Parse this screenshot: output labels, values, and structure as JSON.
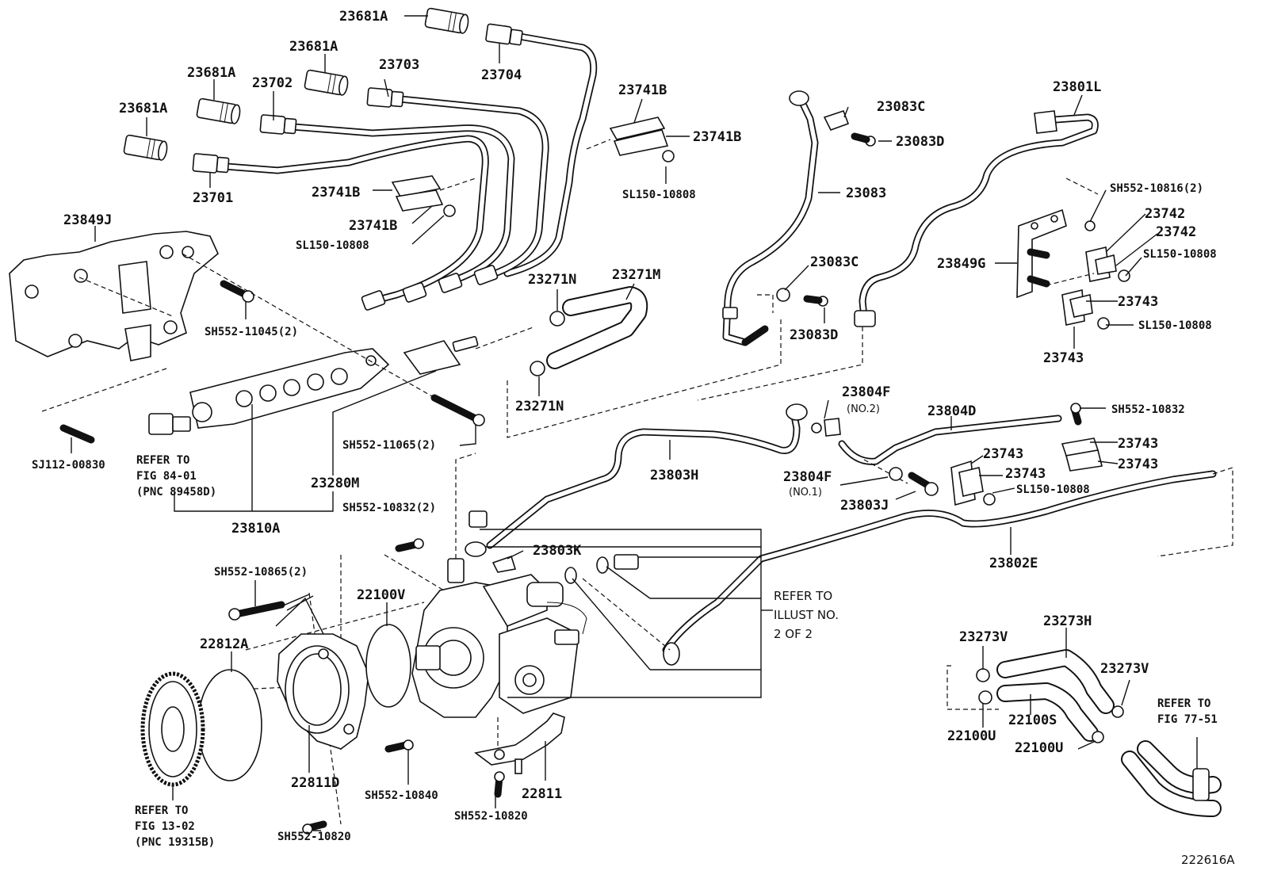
{
  "diagram_id": "222616A",
  "part_labels": {
    "p23681A_1": "23681A",
    "p23681A_2": "23681A",
    "p23681A_3": "23681A",
    "p23681A_4": "23681A",
    "p23704": "23704",
    "p23703": "23703",
    "p23702": "23702",
    "p23701": "23701",
    "p23741B_1": "23741B",
    "p23741B_2": "23741B",
    "p23741B_3": "23741B",
    "p23741B_4": "23741B",
    "pSL150_a": "SL150-10808",
    "pSL150_b": "SL150-10808",
    "p23849J": "23849J",
    "pSH552_11045": "SH552-11045(2)",
    "pSJ112": "SJ112-00830",
    "pSH552_11065": "SH552-11065(2)",
    "p23280M": "23280M",
    "p23810A": "23810A",
    "p23271N_1": "23271N",
    "p23271M": "23271M",
    "p23271N_2": "23271N",
    "p23083C_1": "23083C",
    "p23083D_1": "23083D",
    "p23083": "23083",
    "p23083C_2": "23083C",
    "p23083D_2": "23083D",
    "p23801L": "23801L",
    "pSH552_10816": "SH552-10816(2)",
    "p23742_1": "23742",
    "p23742_2": "23742",
    "p23849G": "23849G",
    "pSL150_c": "SL150-10808",
    "p23743_1": "23743",
    "pSL150_d": "SL150-10808",
    "p23743_2": "23743",
    "p23804F_1": "23804F",
    "p23804D": "23804D",
    "pSH552_10832_a": "SH552-10832",
    "p23743_3": "23743",
    "p23743_4": "23743",
    "p23743_5": "23743",
    "p23743_6": "23743",
    "pSL150_e": "SL150-10808",
    "p23803H": "23803H",
    "p23804F_2": "23804F",
    "p23803J": "23803J",
    "p23802E": "23802E",
    "pSH552_10832_b": "SH552-10832(2)",
    "p23803K": "23803K",
    "pSH552_10865": "SH552-10865(2)",
    "p22100V": "22100V",
    "p22812A": "22812A",
    "p22811D": "22811D",
    "pSH552_10840": "SH552-10840",
    "pSH552_10820_a": "SH552-10820",
    "pSH552_10820_b": "SH552-10820",
    "p22811": "22811",
    "p23273V_1": "23273V",
    "p23273H": "23273H",
    "p23273V_2": "23273V",
    "p22100U_1": "22100U",
    "p22100S": "22100S",
    "p22100U_2": "22100U"
  },
  "sub_notes": {
    "no2": "(NO.2)",
    "no1": "(NO.1)"
  },
  "refer_notes": {
    "fig8401_l1": "REFER TO",
    "fig8401_l2": "FIG 84-01",
    "fig8401_l3": "(PNC 89458D)",
    "fig1302_l1": "REFER TO",
    "fig1302_l2": "FIG 13-02",
    "fig1302_l3": "(PNC 19315B)",
    "fig7751_l1": "REFER TO",
    "fig7751_l2": "FIG 77-51",
    "illust_l1": "REFER TO",
    "illust_l2": "ILLUST NO.",
    "illust_l3": "2 OF 2"
  }
}
